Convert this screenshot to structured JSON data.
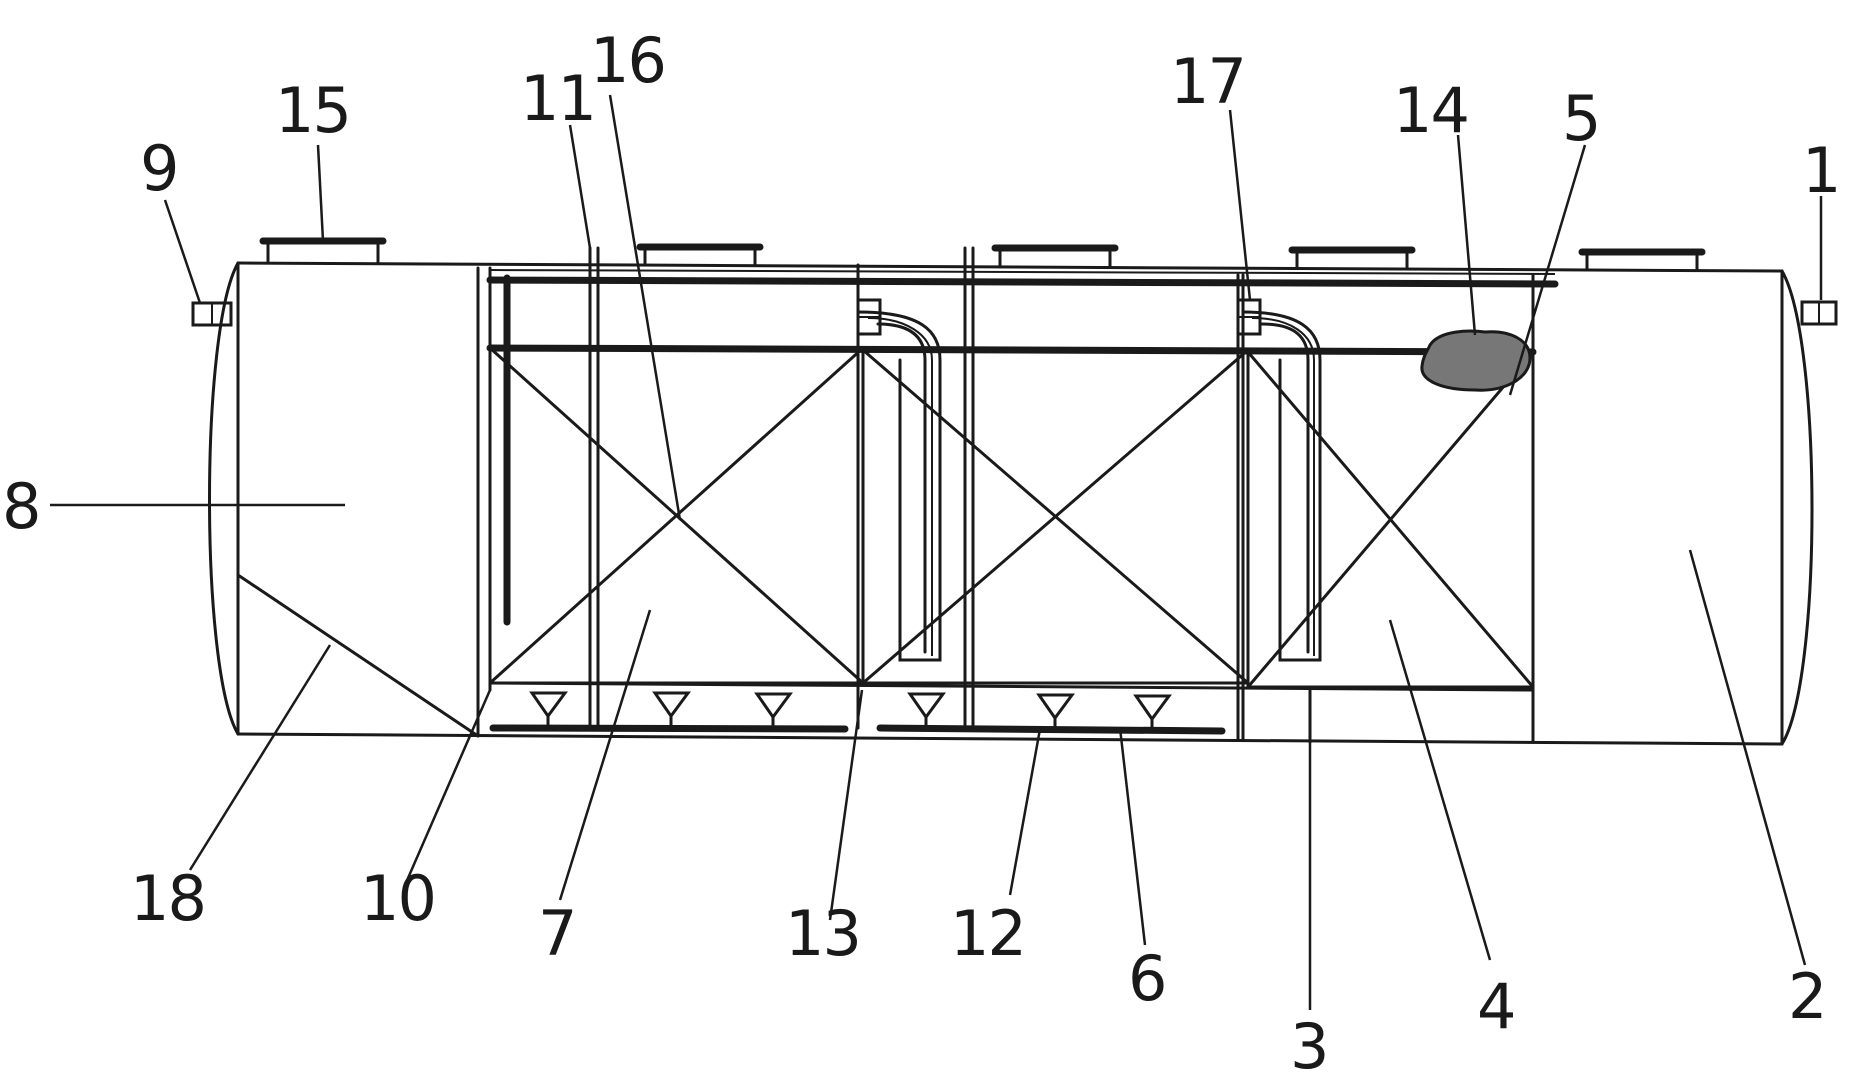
{
  "labels": {
    "l1": "1",
    "l2": "2",
    "l3": "3",
    "l4": "4",
    "l5": "5",
    "l6": "6",
    "l7": "7",
    "l8": "8",
    "l9": "9",
    "l10": "10",
    "l11": "11",
    "l12": "12",
    "l13": "13",
    "l14": "14",
    "l15": "15",
    "l16": "16",
    "l17": "17",
    "l18": "18"
  },
  "colors": {
    "ink": "#1a1a1a",
    "background": "#ffffff"
  }
}
